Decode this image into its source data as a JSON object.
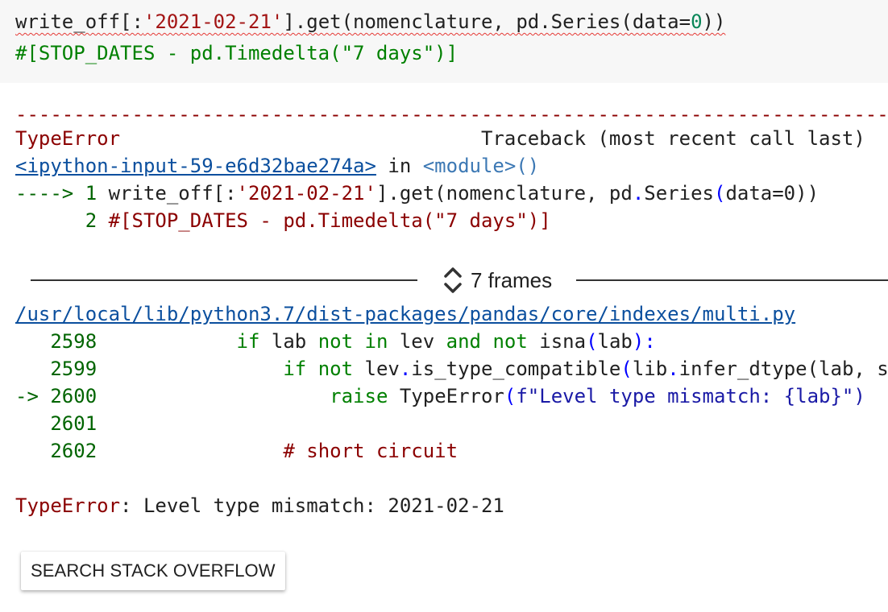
{
  "code_cell": {
    "line1": {
      "a": "write_off[:",
      "b": "'2021-02-21'",
      "c": "].get(nomenclature, pd.Series(data=",
      "d": "0",
      "e": "))"
    },
    "line2": "#[STOP_DATES - pd.Timedelta(\"7 days\")]"
  },
  "traceback": {
    "dashes": "-----------------------------------------------------------------------------------------------",
    "header": {
      "error_name": "TypeError",
      "spacer": "                               ",
      "label": "Traceback (most recent call last)"
    },
    "location": {
      "link": "<ipython-input-59-e6d32bae274a>",
      "in": " in ",
      "module": "<module>",
      "parens": "()"
    },
    "snippet": [
      {
        "arrow": "----> 1 ",
        "code_a": "write_off[:",
        "code_b": "'2021-02-21'",
        "code_c": "].get(nomenclature, pd",
        "code_d": ".",
        "code_e": "Series",
        "code_f": "(",
        "code_g": "data=0))"
      },
      {
        "arrow": "      2 ",
        "code": "#[STOP_DATES - pd.Timedelta(\"7 days\")]"
      }
    ],
    "frames_label": "7 frames",
    "file_link": "/usr/local/lib/python3.7/dist-packages/pandas/core/indexes/multi.py",
    "file_lines": [
      {
        "num": "   2598 ",
        "indent": "           ",
        "kw1": "if",
        "t1": " lab ",
        "kw2": "not in",
        "t2": " lev ",
        "kw3": "and not",
        "t3": " isna",
        "t4": "(",
        "t5": "lab",
        "t6": "):"
      },
      {
        "num": "   2599 ",
        "indent": "               ",
        "kw1": "if not",
        "t1": " lev",
        "t2": ".",
        "t3": "is_type_compatible",
        "t4": "(",
        "t5": "lib",
        "t6": ".",
        "t7": "infer_dtype(lab, skipna=False)):"
      },
      {
        "arrow": "-> 2600 ",
        "indent": "                   ",
        "kw1": "raise",
        "t1": " TypeError",
        "t2": "(",
        "t3": "f\"Level type mismatch: {lab}\")"
      },
      {
        "num": "   2601 "
      },
      {
        "num": "   2602 ",
        "indent": "               ",
        "comment": "# short circuit"
      }
    ],
    "final": {
      "error_name": "TypeError",
      "message": ": Level type mismatch: 2021-02-21"
    }
  },
  "button": {
    "label": "SEARCH STACK OVERFLOW"
  }
}
